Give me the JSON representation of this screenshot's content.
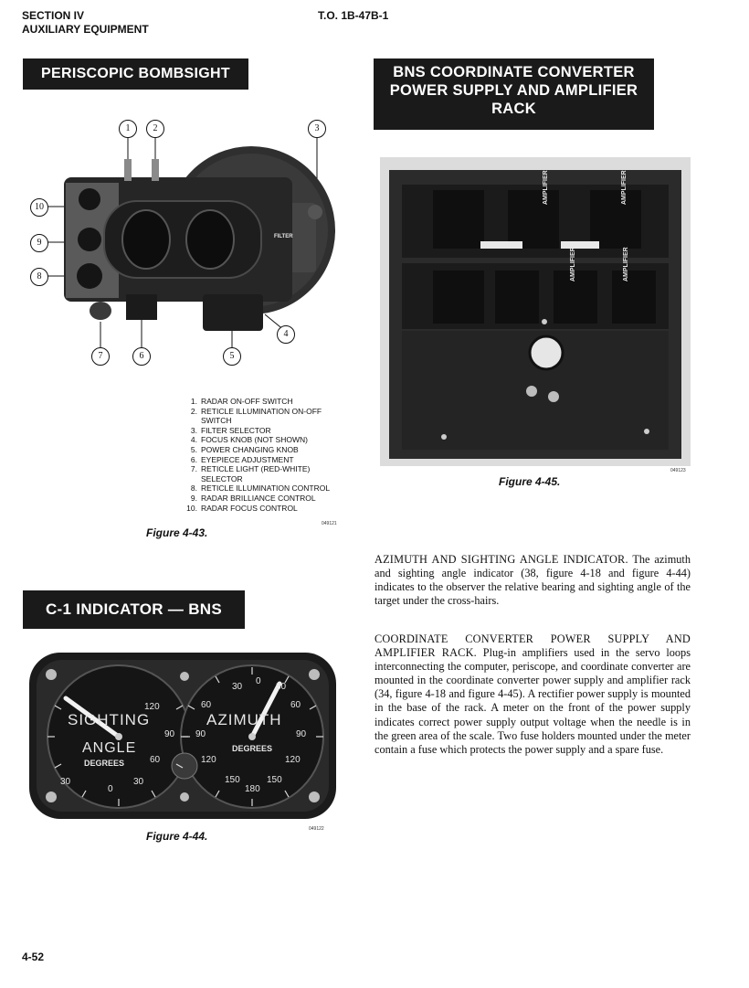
{
  "header": {
    "section": "SECTION IV",
    "subsection": "AUXILIARY EQUIPMENT",
    "to_number": "T.O. 1B-47B-1"
  },
  "left": {
    "bombsight_title": "PERISCOPIC BOMBSIGHT",
    "callouts": [
      "1",
      "2",
      "3",
      "4",
      "5",
      "6",
      "7",
      "8",
      "9",
      "10"
    ],
    "panel_labels": [
      "FILTER"
    ],
    "legend": [
      {
        "num": "1.",
        "text": "RADAR ON-OFF SWITCH"
      },
      {
        "num": "2.",
        "text": "RETICLE ILLUMINATION ON-OFF SWITCH"
      },
      {
        "num": "3.",
        "text": "FILTER SELECTOR"
      },
      {
        "num": "4.",
        "text": "FOCUS KNOB (NOT SHOWN)"
      },
      {
        "num": "5.",
        "text": "POWER CHANGING KNOB"
      },
      {
        "num": "6.",
        "text": "EYEPIECE ADJUSTMENT"
      },
      {
        "num": "7.",
        "text": "RETICLE LIGHT (RED-WHITE) SELECTOR"
      },
      {
        "num": "8.",
        "text": "RETICLE ILLUMINATION CONTROL"
      },
      {
        "num": "9.",
        "text": "RADAR BRILLIANCE CONTROL"
      },
      {
        "num": "10.",
        "text": "RADAR FOCUS CONTROL"
      }
    ],
    "fig43_code": "049121",
    "fig43_caption": "Figure 4-43.",
    "indicator_title": "C-1 INDICATOR — BNS",
    "dial_left": {
      "word1": "SIGHTING",
      "word2": "ANGLE",
      "unit": "DEGREES",
      "ticks": [
        "120",
        "90",
        "60",
        "30",
        "0",
        "30"
      ]
    },
    "dial_right": {
      "word": "AZIMUTH",
      "unit": "DEGREES",
      "ticks": [
        "30",
        "0",
        "30",
        "60",
        "60",
        "90",
        "90",
        "120",
        "120",
        "150",
        "180",
        "150"
      ]
    },
    "fig44_code": "049122",
    "fig44_caption": "Figure 4-44."
  },
  "right": {
    "rack_title": "BNS COORDINATE CONVERTER POWER SUPPLY AND AMPLIFIER RACK",
    "amplifier_label": "AMPLIFIER",
    "fig45_code": "049123",
    "fig45_caption": "Figure 4-45.",
    "para1_lead": "Azimuth and sighting angle indicator.",
    "para1_body": "The azimuth and sighting angle indicator (38, figure 4-18 and figure 4-44) indicates to the observer the relative bearing and sighting angle of the target under the cross-hairs.",
    "para2_lead": "Coordinate converter power supply and amplifier rack.",
    "para2_body": "Plug-in amplifiers used in the servo loops interconnecting the computer, periscope, and coordinate converter are mounted in the coordinate converter power supply and amplifier rack (34, figure 4-18 and figure 4-45). A rectifier power supply is mounted in the base of the rack. A meter on the front of the power supply indicates correct power supply output voltage when the needle is in the green area of the scale. Two fuse holders mounted under the meter contain a fuse which protects the power supply and a spare fuse."
  },
  "footer": {
    "page_number": "4-52"
  }
}
